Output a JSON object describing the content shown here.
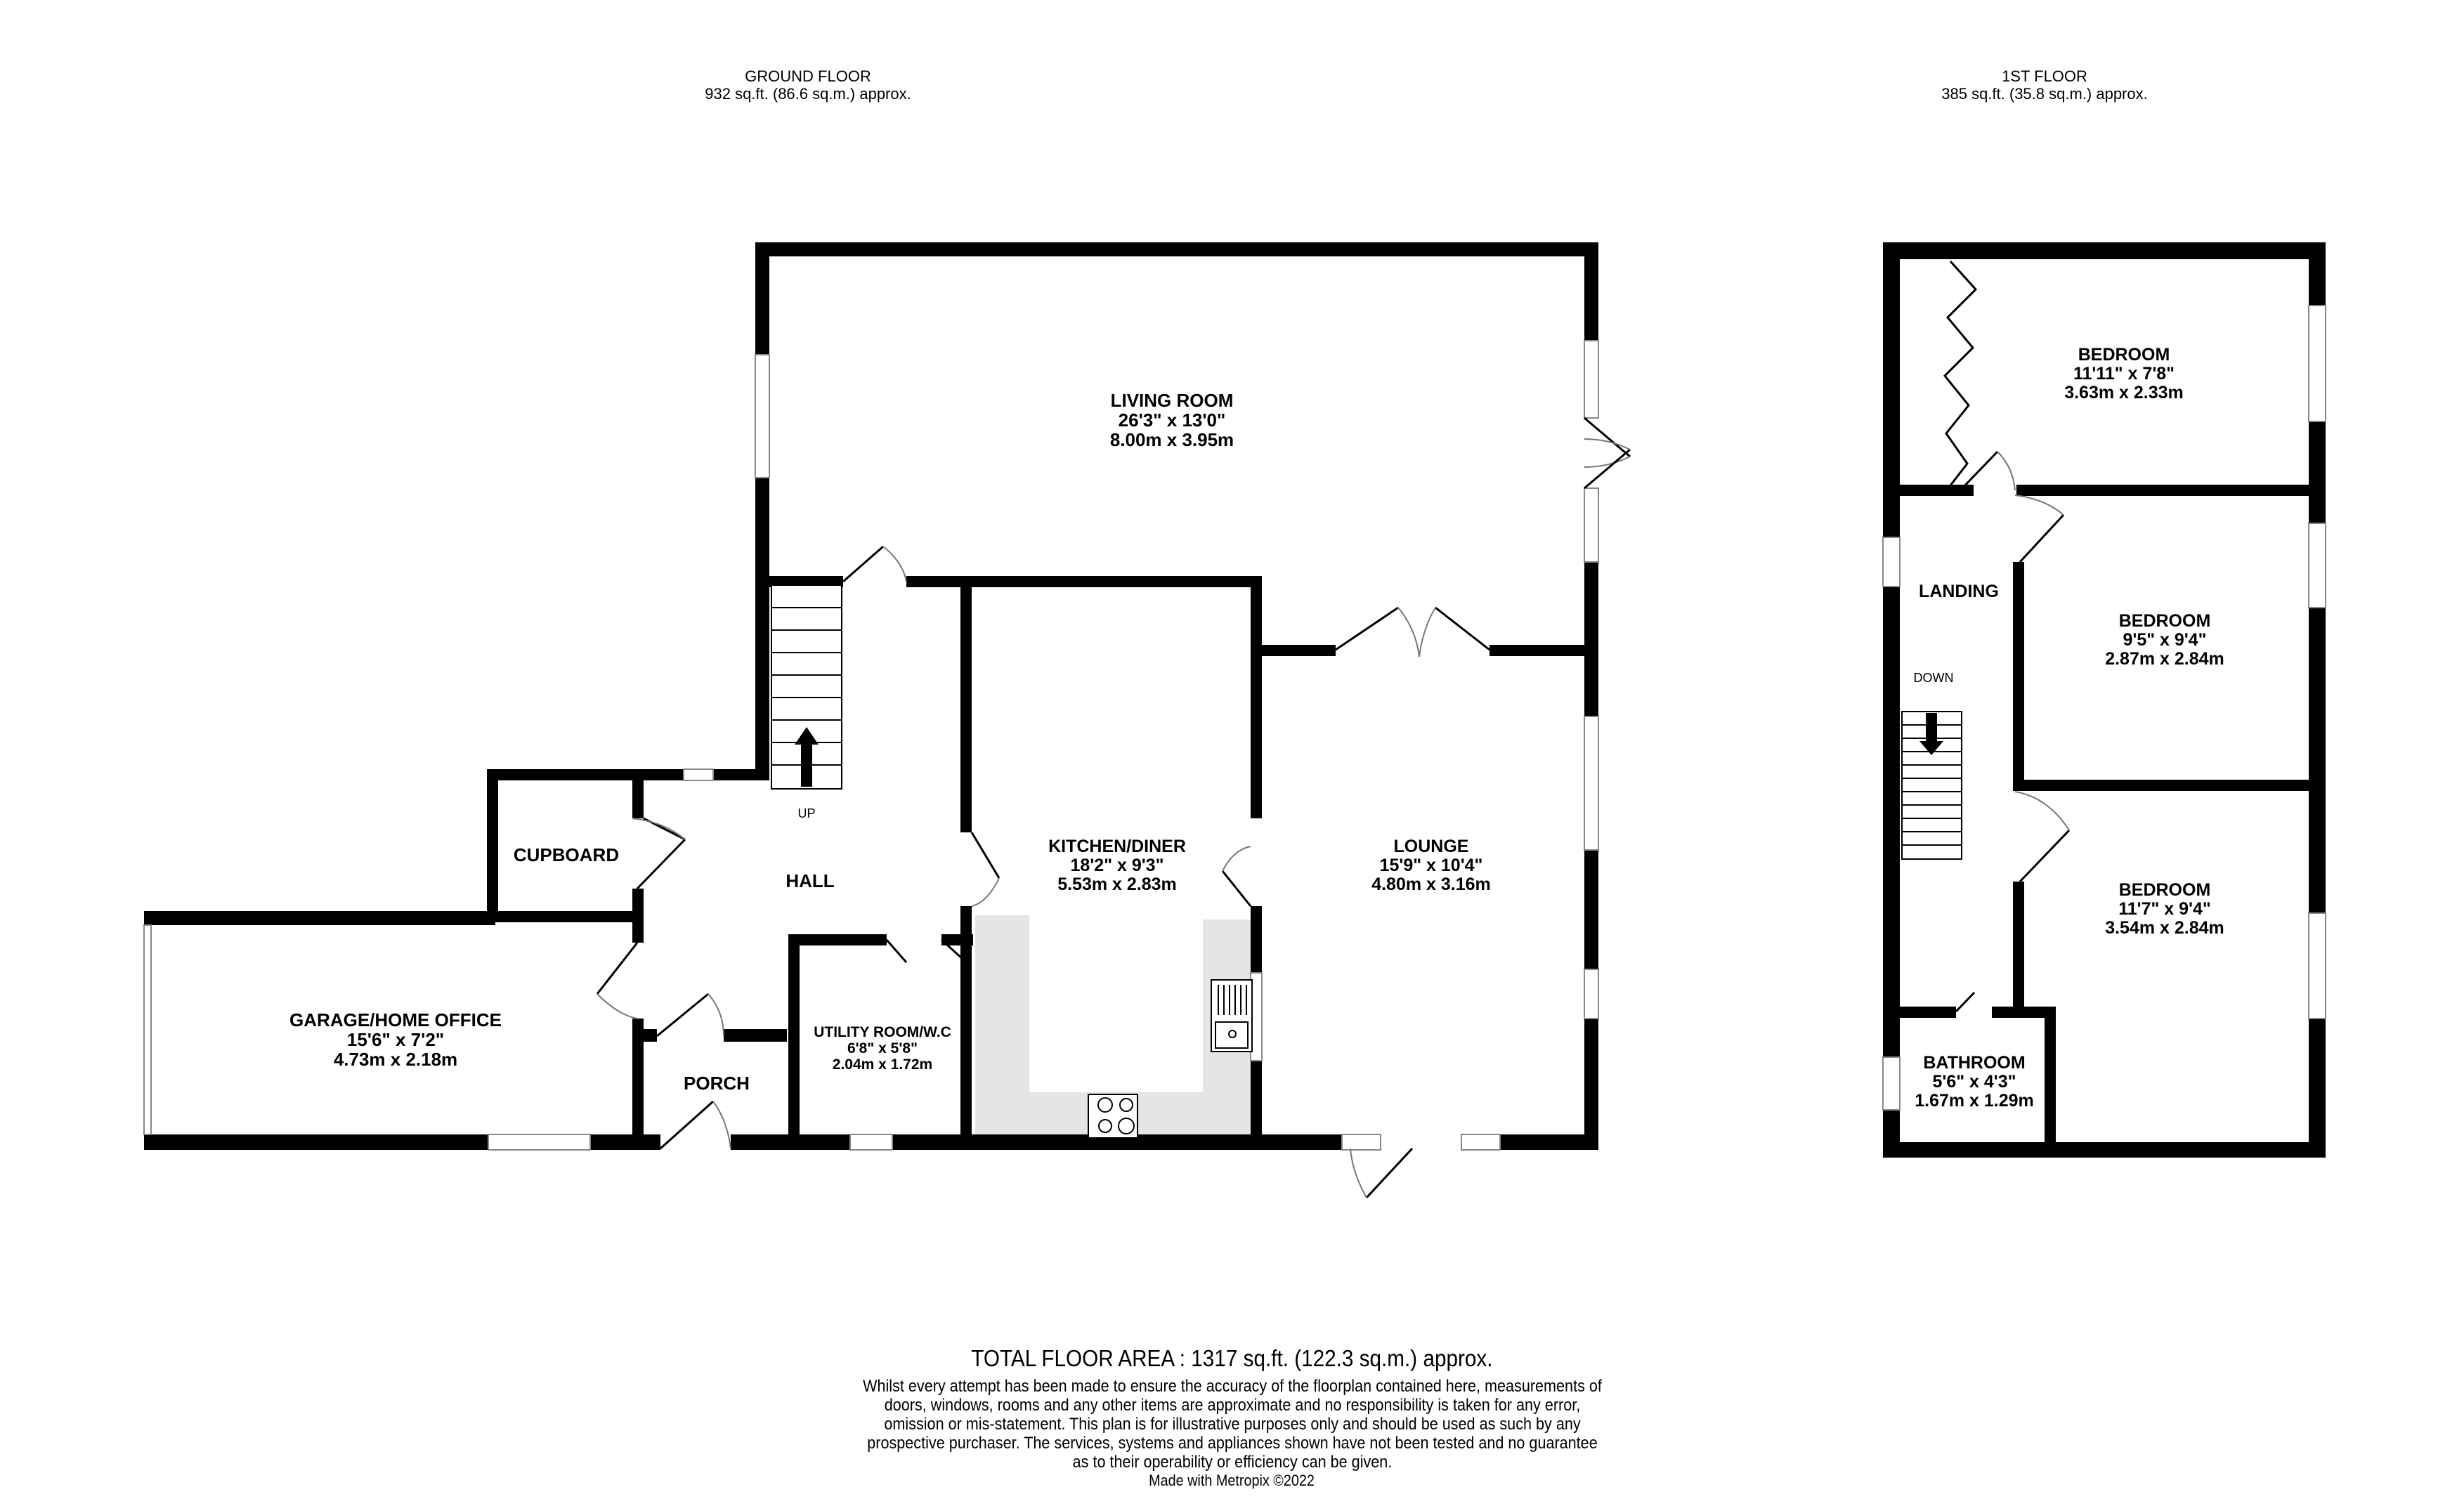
{
  "colors": {
    "wall": "#000000",
    "worktop": "#e5e5e5",
    "window": "#888888",
    "background": "#ffffff"
  },
  "ground_floor": {
    "title": "GROUND FLOOR",
    "area": "932 sq.ft. (86.6 sq.m.) approx.",
    "stairs_label": "UP",
    "rooms": [
      {
        "id": "living-room",
        "name": "LIVING ROOM",
        "imperial": "26'3\"  x 13'0\"",
        "metric": "8.00m  x 3.95m"
      },
      {
        "id": "kitchen-diner",
        "name": "KITCHEN/DINER",
        "imperial": "18'2\"  x 9'3\"",
        "metric": "5.53m  x 2.83m"
      },
      {
        "id": "lounge",
        "name": "LOUNGE",
        "imperial": "15'9\"  x 10'4\"",
        "metric": "4.80m  x 3.16m"
      },
      {
        "id": "garage-home-office",
        "name": "GARAGE/HOME OFFICE",
        "imperial": "15'6\"  x 7'2\"",
        "metric": "4.73m  x 2.18m"
      },
      {
        "id": "utility-room-wc",
        "name": "UTILITY ROOM/W.C",
        "imperial": "6'8\"  x 5'8\"",
        "metric": "2.04m  x 1.72m"
      },
      {
        "id": "cupboard",
        "name": "CUPBOARD"
      },
      {
        "id": "hall",
        "name": "HALL"
      },
      {
        "id": "porch",
        "name": "PORCH"
      }
    ]
  },
  "first_floor": {
    "title": "1ST FLOOR",
    "area": "385 sq.ft. (35.8 sq.m.) approx.",
    "stairs_label": "DOWN",
    "rooms": [
      {
        "id": "bedroom-1",
        "name": "BEDROOM",
        "imperial": "11'11\"  x 7'8\"",
        "metric": "3.63m  x 2.33m"
      },
      {
        "id": "bedroom-2",
        "name": "BEDROOM",
        "imperial": "9'5\"  x 9'4\"",
        "metric": "2.87m  x 2.84m"
      },
      {
        "id": "bedroom-3",
        "name": "BEDROOM",
        "imperial": "11'7\"  x 9'4\"",
        "metric": "3.54m  x 2.84m"
      },
      {
        "id": "bathroom",
        "name": "BATHROOM",
        "imperial": "5'6\"  x 4'3\"",
        "metric": "1.67m  x 1.29m"
      },
      {
        "id": "landing",
        "name": "LANDING"
      }
    ]
  },
  "footer": {
    "total_area": "TOTAL FLOOR AREA : 1317 sq.ft. (122.3 sq.m.) approx.",
    "disclaimer": "Whilst every attempt has been made to ensure the accuracy of the floorplan contained here, measurements of doors, windows, rooms and any other items are approximate and no responsibility is taken for any error, omission or mis-statement. This plan is for illustrative purposes only and should be used as such by any prospective purchaser. The services, systems and appliances shown have not been tested and no guarantee as to their operability or efficiency can be given.",
    "credit": "Made with Metropix ©2022"
  }
}
